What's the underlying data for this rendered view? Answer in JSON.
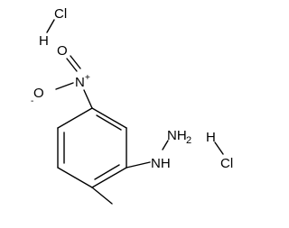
{
  "structure": {
    "hcl_top": {
      "cl": "Cl",
      "h": "H"
    },
    "hcl_right": {
      "cl": "Cl",
      "h": "H"
    },
    "nitro": {
      "n": "N",
      "n_charge": "+",
      "o_top": "O",
      "o_left": "O",
      "o_charge": "-"
    },
    "hydrazine": {
      "nh": "NH",
      "nh2": "NH",
      "nh2_sub": "2"
    }
  }
}
